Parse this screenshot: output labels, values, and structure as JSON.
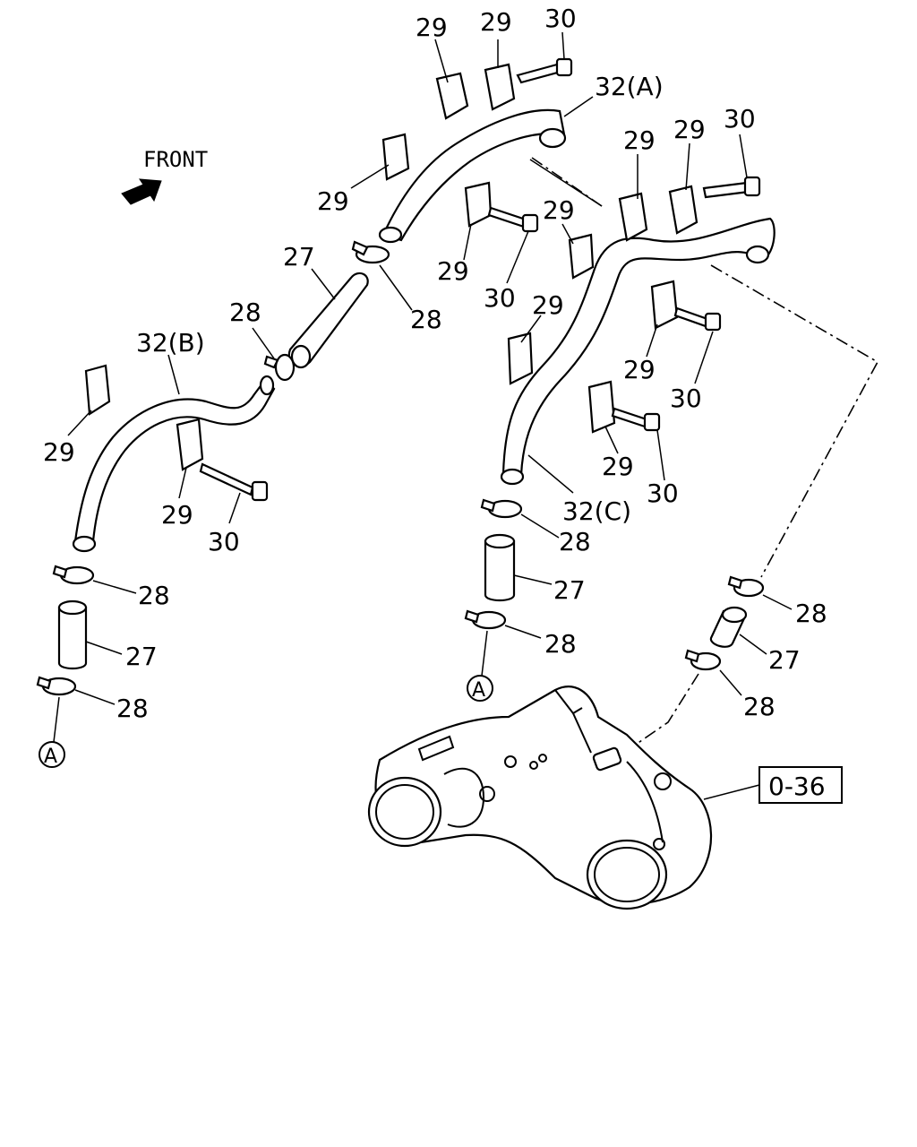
{
  "front_label": "FRONT",
  "ref_box": "0-36",
  "circle_marker": "A",
  "labels": {
    "l29a": "29",
    "l29b": "29",
    "l30a": "30",
    "l32a": "32(A)",
    "l29c": "29",
    "l29d": "29",
    "l29e": "29",
    "l30b": "30",
    "l29f": "29",
    "l29g": "29",
    "l30c": "30",
    "l27a": "27",
    "l28a": "28",
    "l28b": "28",
    "l32b": "32(B)",
    "l29h": "29",
    "l29i": "29",
    "l30d": "30",
    "l28c": "28",
    "l27b": "27",
    "l28d": "28",
    "l29j": "29",
    "l29k": "29",
    "l30e": "30",
    "l29l": "29",
    "l30f": "30",
    "l32c": "32(C)",
    "l28e": "28",
    "l27c": "27",
    "l28f": "28",
    "l28g": "28",
    "l27d": "27",
    "l28h": "28"
  }
}
